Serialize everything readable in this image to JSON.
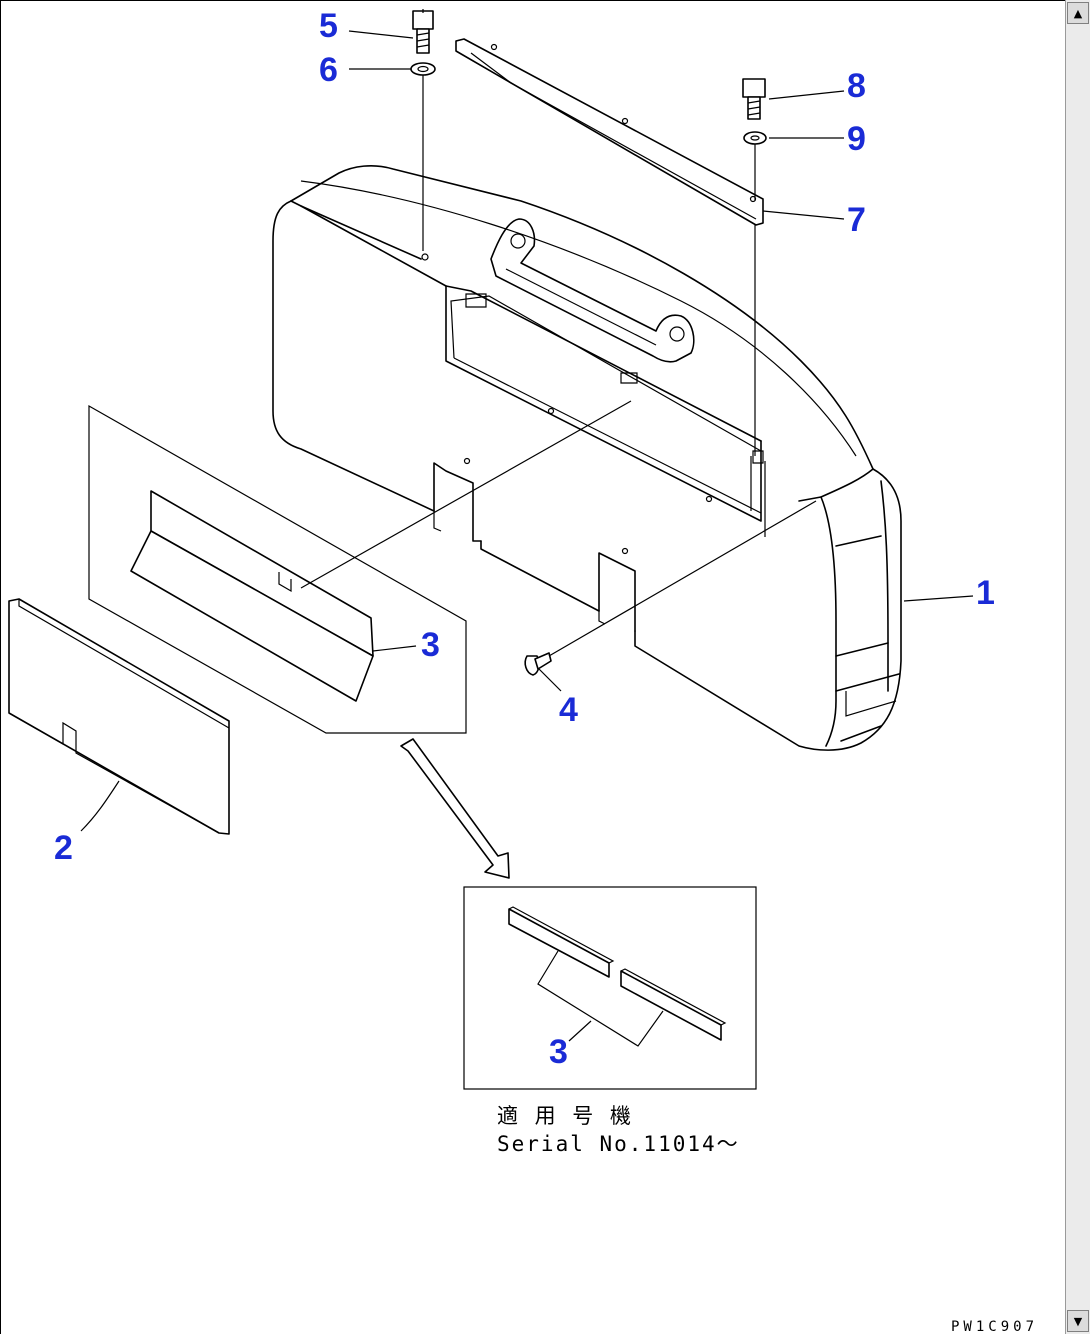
{
  "callouts": {
    "c1": "1",
    "c2": "2",
    "c3a": "3",
    "c3b": "3",
    "c4": "4",
    "c5": "5",
    "c6": "6",
    "c7": "7",
    "c8": "8",
    "c9": "9"
  },
  "serial_note": {
    "line1": "適 用 号 機",
    "line2": "Serial No.11014〜"
  },
  "drawing_code": "PW1C907",
  "colors": {
    "callout": "#1a2bd6",
    "line": "#000000",
    "background": "#ffffff"
  },
  "scrollbar": {
    "up_icon": "▲",
    "down_icon": "▼"
  }
}
